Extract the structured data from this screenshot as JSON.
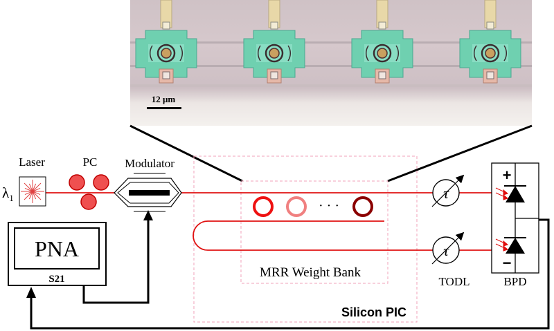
{
  "micrograph": {
    "scale_bar_label": "12 μm",
    "ring_count": 4
  },
  "labels": {
    "lambda": "λ",
    "lambda_sub": "1",
    "laser": "Laser",
    "pc": "PC",
    "modulator": "Modulator",
    "pna": "PNA",
    "s21": "S21",
    "mrr_bank": "MRR Weight Bank",
    "dots": "· · ·",
    "todl": "TODL",
    "bpd": "BPD",
    "silicon_pic": "Silicon PIC",
    "tau": "τ",
    "plus": "+",
    "minus": "−"
  },
  "colors": {
    "waveguide": "#e01010",
    "ring_1": "#ee1111",
    "ring_2": "#f08080",
    "ring_3": "#8b0000",
    "pc_fill": "#ef5050",
    "pic_border": "#f0a0b8",
    "chip_bg": "#d8c8cc",
    "chip_pad": "#6fd0b0",
    "chip_metal": "#e8d8a8"
  }
}
